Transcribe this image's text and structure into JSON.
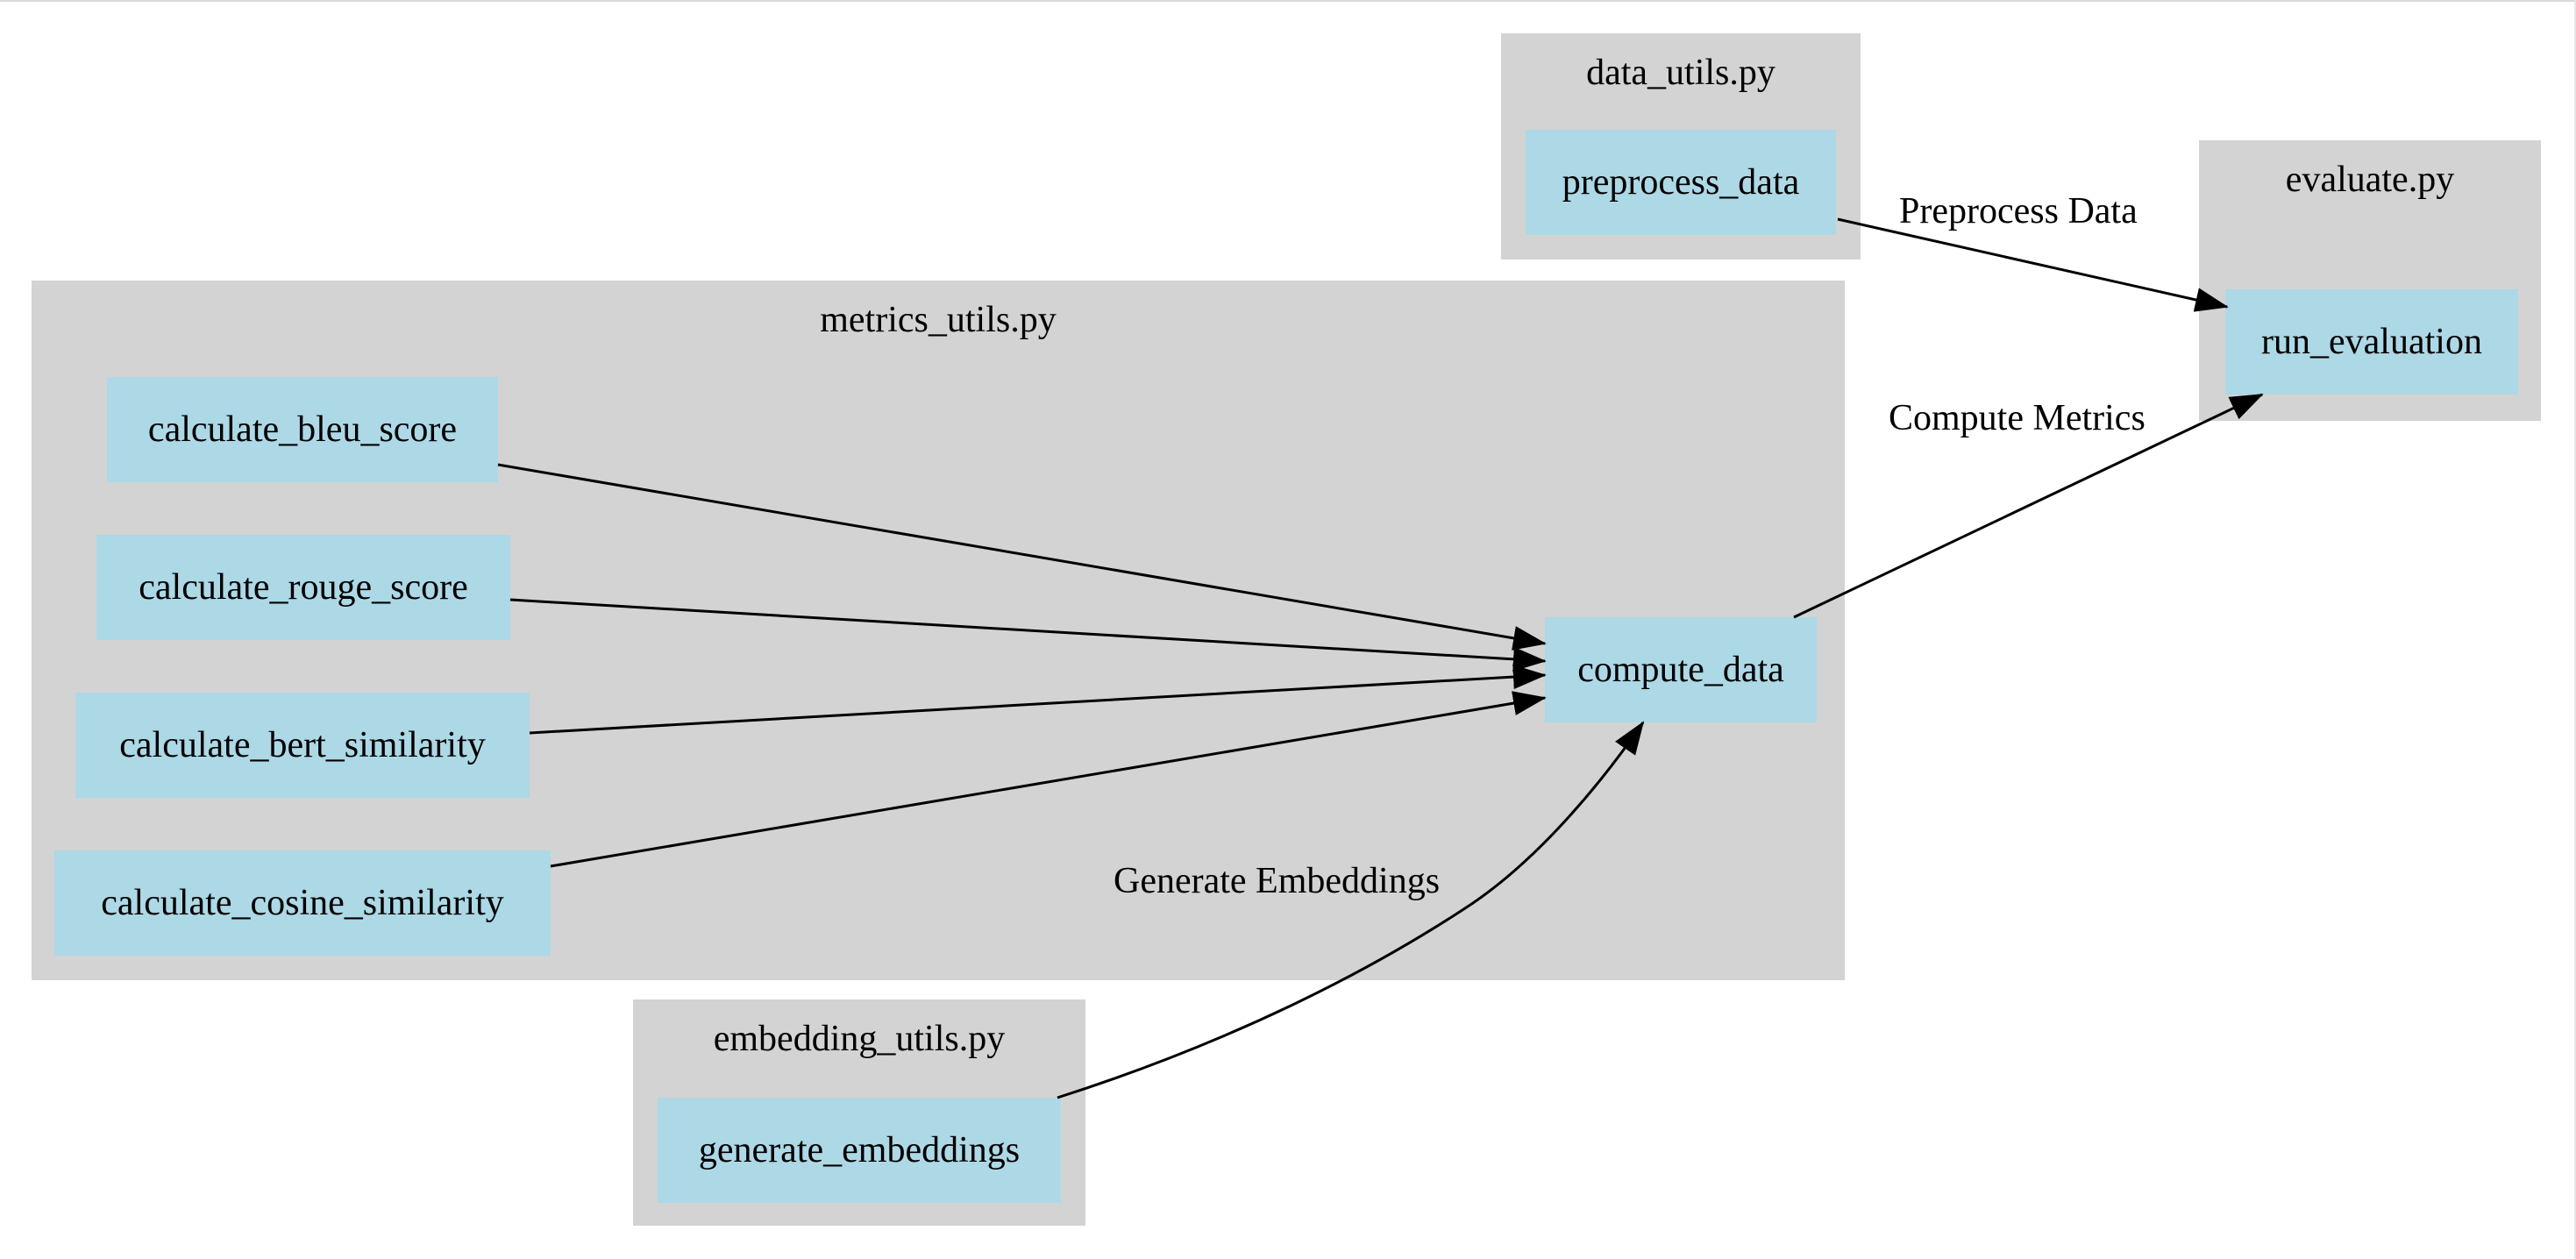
{
  "clusters": {
    "data_utils": {
      "label": "data_utils.py"
    },
    "evaluate": {
      "label": "evaluate.py"
    },
    "metrics_utils": {
      "label": "metrics_utils.py"
    },
    "embedding_utils": {
      "label": "embedding_utils.py"
    }
  },
  "nodes": {
    "preprocess_data": "preprocess_data",
    "run_evaluation": "run_evaluation",
    "calculate_bleu_score": "calculate_bleu_score",
    "calculate_rouge_score": "calculate_rouge_score",
    "calculate_bert_similarity": "calculate_bert_similarity",
    "calculate_cosine_similarity": "calculate_cosine_similarity",
    "compute_data": "compute_data",
    "generate_embeddings": "generate_embeddings"
  },
  "edges": [
    {
      "from": "preprocess_data",
      "to": "run_evaluation",
      "label": "Preprocess Data"
    },
    {
      "from": "compute_data",
      "to": "run_evaluation",
      "label": "Compute Metrics"
    },
    {
      "from": "calculate_bleu_score",
      "to": "compute_data",
      "label": ""
    },
    {
      "from": "calculate_rouge_score",
      "to": "compute_data",
      "label": ""
    },
    {
      "from": "calculate_bert_similarity",
      "to": "compute_data",
      "label": ""
    },
    {
      "from": "calculate_cosine_similarity",
      "to": "compute_data",
      "label": ""
    },
    {
      "from": "generate_embeddings",
      "to": "compute_data",
      "label": "Generate Embeddings"
    }
  ],
  "colors": {
    "cluster_fill": "#d3d3d3",
    "node_fill": "#add8e6",
    "edge": "#000000"
  }
}
